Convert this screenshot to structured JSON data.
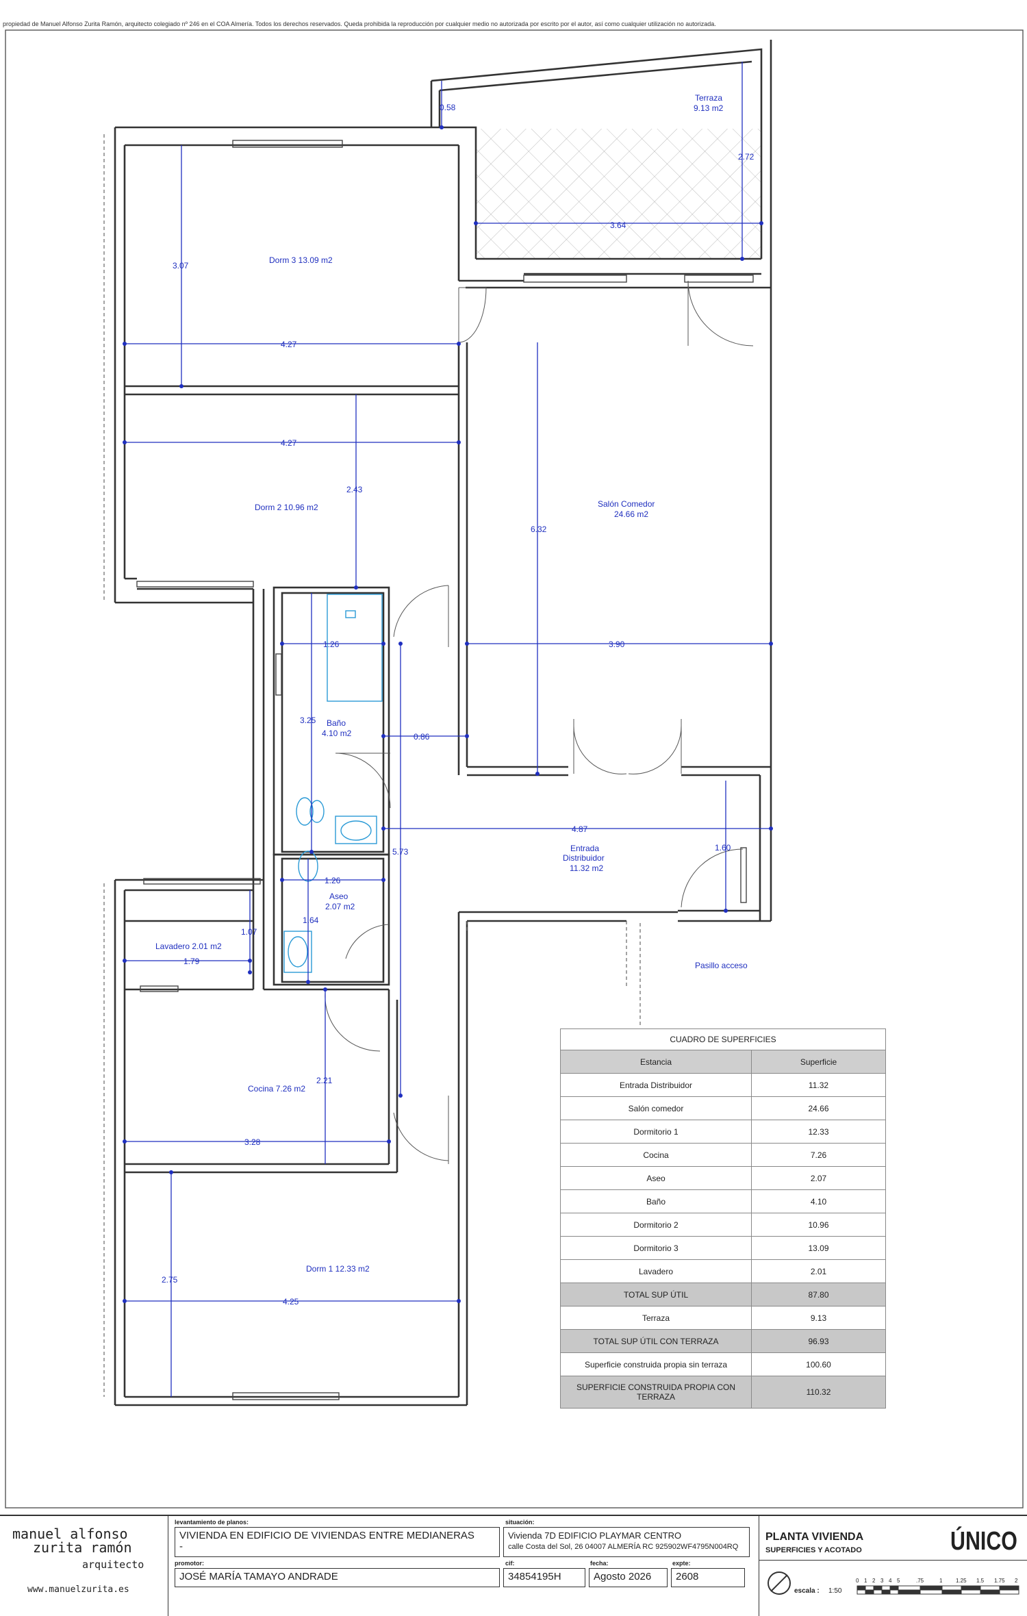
{
  "copyright": "propiedad de Manuel Alfonso Zurita Ramón, arquitecto colegiado nº 246 en el COA Almería. Todos los derechos reservados. Queda prohibida la reproducción por cualquier medio no autorizada por escrito por el autor, así como cualquier utilización no autorizada.",
  "rooms": {
    "terraza_name": "Terraza",
    "terraza_area": "9.13 m2",
    "dorm3": "Dorm 3 13.09 m2",
    "dorm2": "Dorm 2 10.96 m2",
    "salon_name": "Salón Comedor",
    "salon_area": "24.66 m2",
    "bano_name": "Baño",
    "bano_area": "4.10 m2",
    "entrada_name1": "Entrada",
    "entrada_name2": "Distribuidor",
    "entrada_area": "11.32 m2",
    "aseo_name": "Aseo",
    "aseo_area": "2.07 m2",
    "lavadero": "Lavadero  2.01 m2",
    "pasillo": "Pasillo acceso",
    "cocina": "Cocina  7.26 m2",
    "dorm1": "Dorm 1 12.33 m2"
  },
  "dims": {
    "d058": "0.58",
    "d272": "2.72",
    "d364": "3.64",
    "d307": "3.07",
    "d427a": "4.27",
    "d427b": "4.27",
    "d243": "2.43",
    "d632": "6.32",
    "d390": "3.90",
    "d126a": "1.26",
    "d325": "3.25",
    "d086": "0.86",
    "d487": "4.87",
    "d160": "1.60",
    "d573": "5.73",
    "d126b": "1.26",
    "d164": "1.64",
    "d107": "1.07",
    "d179": "1.79",
    "d221": "2.21",
    "d328": "3.28",
    "d275": "2.75",
    "d425": "4.25"
  },
  "table": {
    "title": "CUADRO DE SUPERFICIES",
    "head_estancia": "Estancia",
    "head_superficie": "Superficie",
    "rows": [
      {
        "name": "Entrada Distribuidor",
        "value": "11.32"
      },
      {
        "name": "Salón comedor",
        "value": "24.66"
      },
      {
        "name": "Dormitorio 1",
        "value": "12.33"
      },
      {
        "name": "Cocina",
        "value": "7.26"
      },
      {
        "name": "Aseo",
        "value": "2.07"
      },
      {
        "name": "Baño",
        "value": "4.10"
      },
      {
        "name": "Dormitorio 2",
        "value": "10.96"
      },
      {
        "name": "Dormitorio 3",
        "value": "13.09"
      },
      {
        "name": "Lavadero",
        "value": "2.01"
      }
    ],
    "total_util_label": "TOTAL SUP ÚTIL",
    "total_util_value": "87.80",
    "terraza_label": "Terraza",
    "terraza_value": "9.13",
    "total_terraza_label": "TOTAL SUP ÚTIL CON TERRAZA",
    "total_terraza_value": "96.93",
    "construida_label": "Superficie construida propia sin terraza",
    "construida_value": "100.60",
    "construida_terraza_label": "SUPERFICIE CONSTRUIDA PROPIA CON TERRAZA",
    "construida_terraza_value": "110.32"
  },
  "titleblock": {
    "architect_line1": "manuel alfonso",
    "architect_line2": "zurita ramón",
    "architect_role": "arquitecto",
    "website": "www.manuelzurita.es",
    "lab_levantamiento": "levantamiento de planos:",
    "project": "VIVIENDA EN EDIFICIO DE VIVIENDAS ENTRE MEDIANERAS",
    "project_dash": "-",
    "lab_promotor": "promotor:",
    "promotor": "JOSÉ MARÍA TAMAYO ANDRADE",
    "lab_situacion": "situación:",
    "situacion1": "Vivienda 7D EDIFICIO PLAYMAR CENTRO",
    "situacion2": "calle Costa del Sol, 26 04007 ALMERÍA RC 925902WF4795N004RQ",
    "lab_cif": "cif:",
    "cif": "34854195H",
    "lab_fecha": "fecha:",
    "fecha": "Agosto 2026",
    "lab_expte": "expte:",
    "expte": "2608",
    "plan_title": "PLANTA VIVIENDA",
    "plan_subtitle": "SUPERFICIES Y ACOTADO",
    "unico": "ÚNICO",
    "escala_label": "escala :",
    "escala_value": "1:50",
    "scale_ticks": [
      "0",
      "1",
      "2",
      "3",
      "4",
      "5",
      ".75",
      "1",
      "1.25",
      "1.5",
      "1.75",
      "2"
    ]
  }
}
